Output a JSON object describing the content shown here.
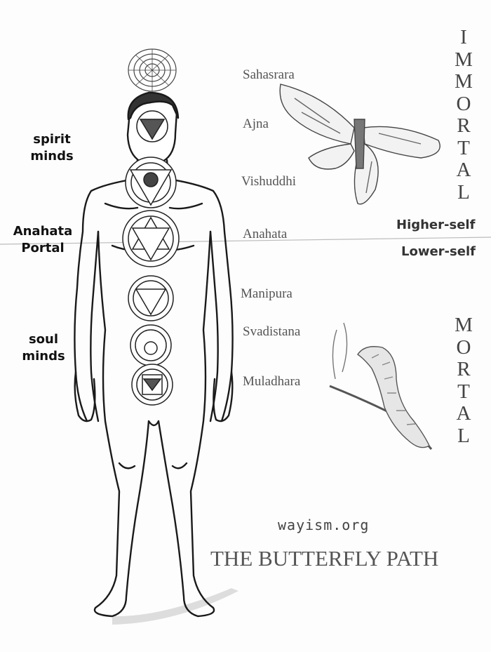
{
  "chakras": {
    "sahasrara": "Sahasrara",
    "ajna": "Ajna",
    "vishuddhi": "Vishuddhi",
    "anahata": "Anahata",
    "manipura": "Manipura",
    "svadistana": "Svadistana",
    "muladhara": "Muladhara"
  },
  "left_labels": {
    "spirit": "spirit\nminds",
    "portal": "Anahata\nPortal",
    "soul": "soul\nminds"
  },
  "right_labels": {
    "higher": "Higher-self",
    "lower": "Lower-self",
    "immortal": "IMMORTAL",
    "mortal": "MORTAL"
  },
  "footer": {
    "site": "wayism.org",
    "title": "THE BUTTERFLY PATH"
  },
  "colors": {
    "ink": "#111111",
    "label": "#555555",
    "paper": "#fdfdfd"
  }
}
